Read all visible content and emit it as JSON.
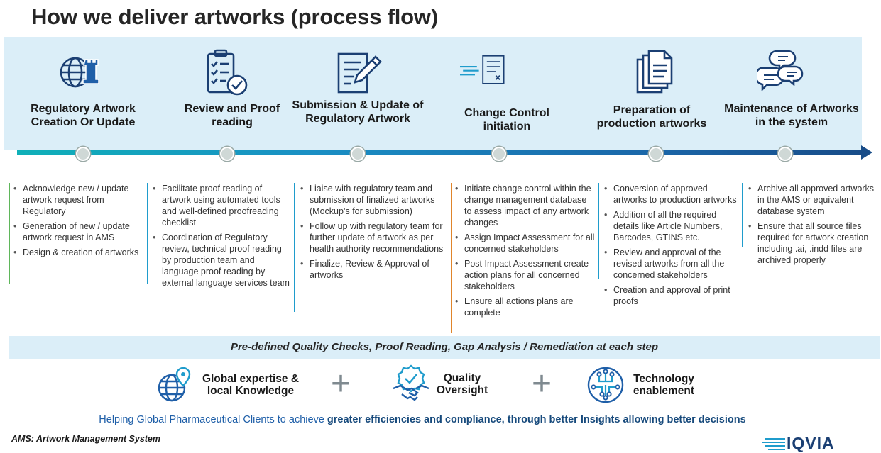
{
  "title": "How we deliver artworks (process flow)",
  "steps": [
    {
      "label": "Regulatory Artwork Creation Or Update",
      "icon": "globe-chess-icon",
      "bullets": [
        "Acknowledge new / update artwork request from Regulatory",
        "Generation of new / update artwork request in AMS",
        "Design & creation of artworks"
      ]
    },
    {
      "label": "Review and Proof reading",
      "icon": "clipboard-check-icon",
      "bullets": [
        "Facilitate proof reading of artwork using automated tools and well-defined proofreading checklist",
        "Coordination of Regulatory review, technical proof reading by production team and language proof reading by external language services team"
      ]
    },
    {
      "label": "Submission & Update of Regulatory Artwork",
      "icon": "document-pen-icon",
      "bullets": [
        "Liaise with regulatory team and submission of finalized artworks (Mockup’s for submission)",
        "Follow up with regulatory team for further update of artwork as per health authority recommendations",
        "Finalize, Review & Approval of artworks"
      ]
    },
    {
      "label": "Change Control initiation",
      "icon": "fast-document-icon",
      "bullets": [
        "Initiate change control within the change management database to assess impact of any artwork changes",
        "Assign Impact Assessment for all concerned stakeholders",
        "Post Impact Assessment create action plans for all concerned stakeholders",
        "Ensure all actions plans are complete"
      ]
    },
    {
      "label": "Preparation of production artworks",
      "icon": "stacked-documents-icon",
      "bullets": [
        "Conversion of approved artworks to production artworks",
        "Addition of all the required details like Article Numbers, Barcodes, GTINS etc.",
        "Review and approval of the revised artworks from all the concerned stakeholders",
        "Creation and approval of print proofs"
      ]
    },
    {
      "label": "Maintenance of Artworks in the system",
      "icon": "chat-bubbles-icon",
      "bullets": [
        "Archive all approved artworks in the AMS or equivalent database system",
        "Ensure that all source files required for artwork creation including .ai, .indd files are archived properly"
      ]
    }
  ],
  "quality_bar": "Pre-defined Quality Checks, Proof Reading, Gap Analysis / Remediation at each step",
  "pillars": [
    {
      "label": "Global expertise & local Knowledge",
      "icon": "globe-pin-icon"
    },
    {
      "label": "Quality Oversight",
      "icon": "handshake-badge-icon"
    },
    {
      "label": "Technology enablement",
      "icon": "circuit-icon"
    }
  ],
  "plus_sign": "+",
  "tagline": {
    "normal": "Helping Global Pharmaceutical Clients to achieve ",
    "bold": "greater efficiencies and compliance, through better Insights allowing better decisions"
  },
  "footnote": "AMS: Artwork Management System",
  "logo": "IQVIA",
  "colors": {
    "dark_blue": "#1b3f73",
    "teal": "#0fb0b8",
    "icon_blue": "#1f5fa8",
    "band": "#dbeef8",
    "green_line": "#5fb65a",
    "orange_line": "#e0852b"
  }
}
